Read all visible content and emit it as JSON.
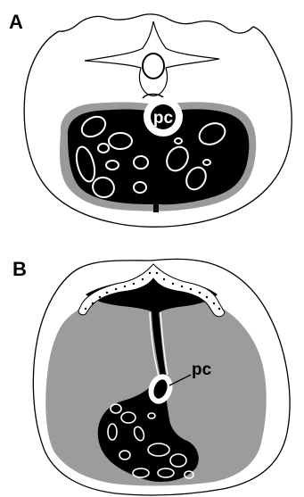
{
  "panels": [
    {
      "id": "A",
      "label": "A",
      "callout": "pc",
      "colors": {
        "outline": "#000000",
        "dark_region": "#000000",
        "gray_rim": "#9a9a9a",
        "background": "#ffffff"
      }
    },
    {
      "id": "B",
      "label": "B",
      "callout": "pc",
      "colors": {
        "outline": "#000000",
        "dark_region": "#000000",
        "gray_region": "#9c9c9c",
        "background": "#ffffff"
      }
    }
  ]
}
